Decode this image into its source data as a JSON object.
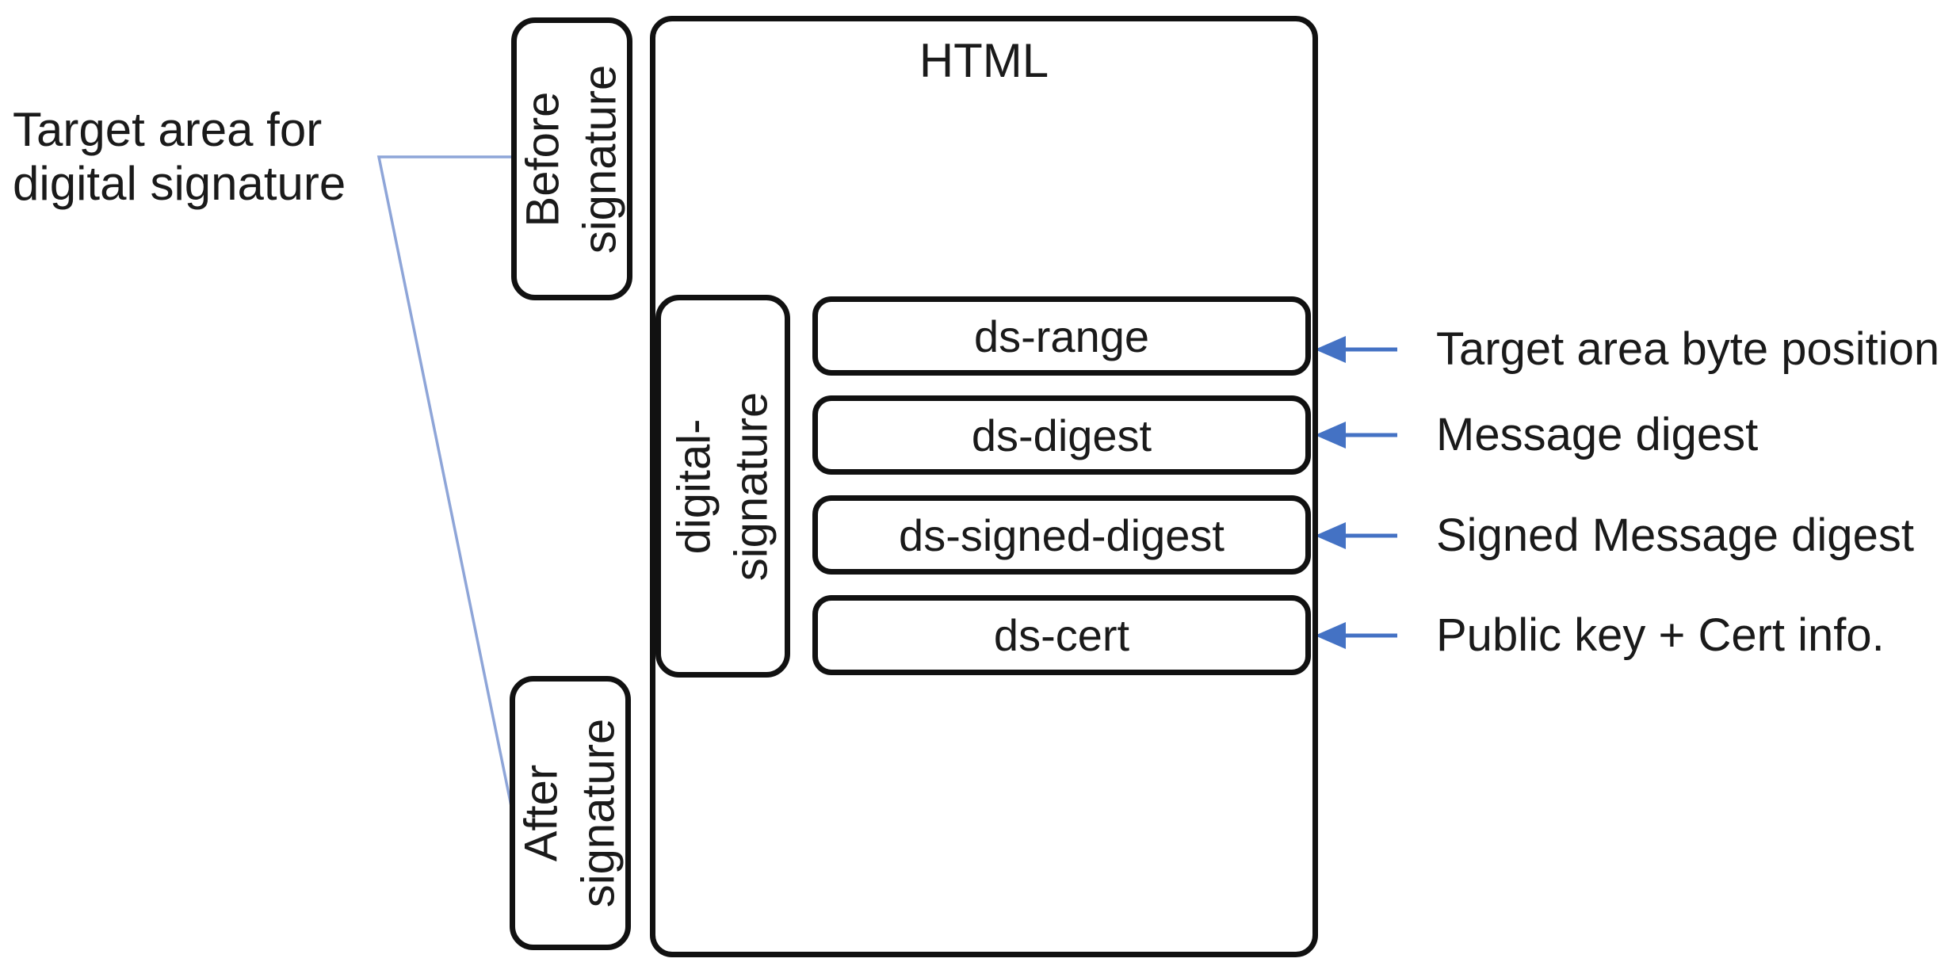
{
  "colors": {
    "border": "#111111",
    "text": "#1a1a1a",
    "arrow": "#4472C4",
    "line": "#8EA5D8",
    "bg": "#ffffff"
  },
  "annotation": {
    "label": "Target area for\ndigital signature"
  },
  "side_boxes": {
    "before": "Before\nsignature",
    "after": "After\nsignature"
  },
  "html_box": {
    "title": "HTML"
  },
  "signature_box": {
    "label": "digital-\nsignature"
  },
  "fields": [
    {
      "label": "ds-range",
      "annotation": "Target area byte position"
    },
    {
      "label": "ds-digest",
      "annotation": "Message digest"
    },
    {
      "label": "ds-signed-digest",
      "annotation": "Signed Message digest"
    },
    {
      "label": "ds-cert",
      "annotation": "Public key + Cert info."
    }
  ]
}
